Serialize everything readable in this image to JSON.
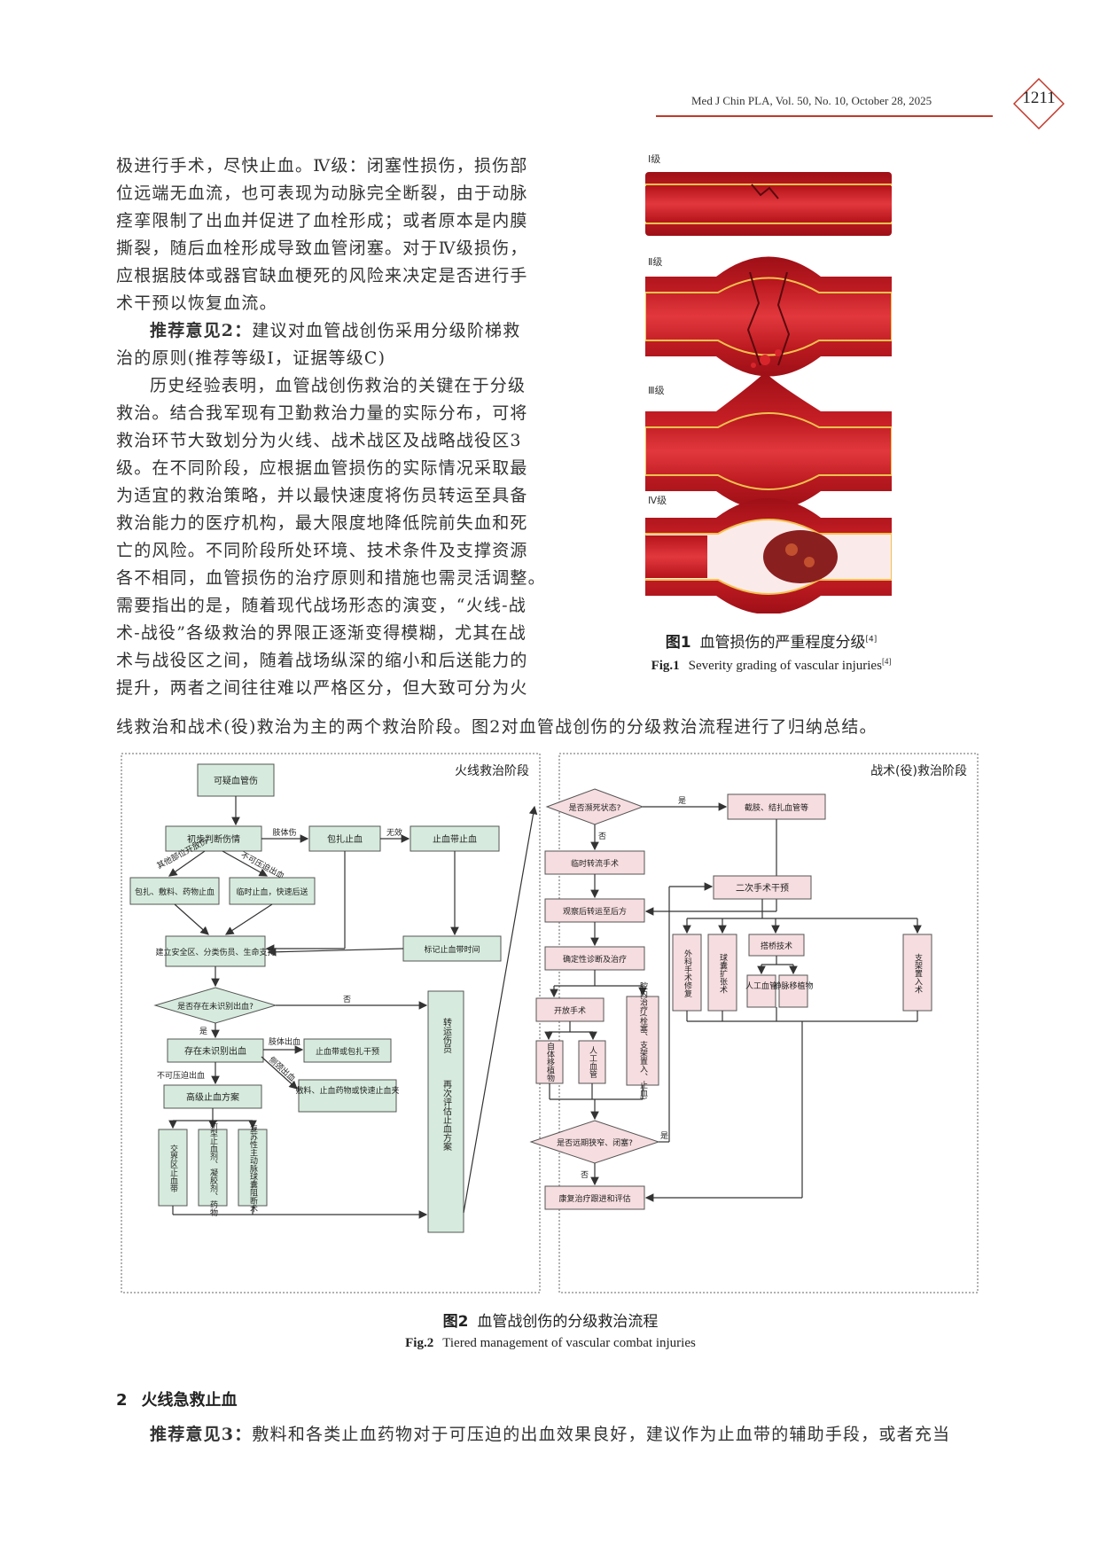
{
  "header": {
    "journal": "Med J Chin PLA, Vol. 50, No. 10, October 28, 2025",
    "page": "1211"
  },
  "body": {
    "lines_left": [
      "极进行手术，尽快止血。Ⅳ级：闭塞性损伤，损伤部",
      "位远端无血流，也可表现为动脉完全断裂，由于动脉",
      "痉挛限制了出血并促进了血栓形成；或者原本是内膜",
      "撕裂，随后血栓形成导致血管闭塞。对于Ⅳ级损伤，",
      "应根据肢体或器官缺血梗死的风险来决定是否进行手",
      "术干预以恢复血流。"
    ],
    "rec2_label": "推荐意见2：",
    "rec2_text": "建议对血管战创伤采用分级阶梯救",
    "rec2_line2": "治的原则(推荐等级Ⅰ，证据等级C)",
    "history_lines": [
      "历史经验表明，血管战创伤救治的关键在于分级",
      "救治。结合我军现有卫勤救治力量的实际分布，可将",
      "救治环节大致划分为火线、战术战区及战略战役区3",
      "级。在不同阶段，应根据血管损伤的实际情况采取最",
      "为适宜的救治策略，并以最快速度将伤员转运至具备",
      "救治能力的医疗机构，最大限度地降低院前失血和死",
      "亡的风险。不同阶段所处环境、技术条件及支撑资源",
      "各不相同，血管损伤的治疗原则和措施也需灵活调整。",
      "需要指出的是，随着现代战场形态的演变，“火线-战",
      "术-战役”各级救治的界限正逐渐变得模糊，尤其在战",
      "术与战役区之间，随着战场纵深的缩小和后送能力的",
      "提升，两者之间往往难以严格区分，但大致可分为火"
    ],
    "full_line": "线救治和战术(役)救治为主的两个救治阶段。图2对血管战创伤的分级救治流程进行了归纳总结。"
  },
  "fig1": {
    "grades": [
      "Ⅰ级",
      "Ⅱ级",
      "Ⅲ级",
      "Ⅳ级"
    ],
    "caption_zh_label": "图1",
    "caption_zh": "血管损伤的严重程度分级",
    "caption_en_label": "Fig.1",
    "caption_en": "Severity grading of vascular injuries",
    "ref": "[4]"
  },
  "fig2": {
    "left_stage": "火线救治阶段",
    "right_stage": "战术(役)救治阶段",
    "left": {
      "suspect": "可疑血管伤",
      "initial": "初步判断伤情",
      "limb_injury": "肢体伤",
      "bandage": "包扎止血",
      "ineffective": "无效",
      "tourniquet": "止血带止血",
      "other_open": "其他部位开放伤",
      "noncompress": "不可压迫出血",
      "pack": "包扎、敷料、药物止血",
      "temp": "临时止血，快速后送",
      "safe_zone": "建立安全区、分类伤员、生命支持",
      "mark_time": "标记止血带时间",
      "unidentified_q": "是否存在未识别出血?",
      "no": "否",
      "yes": "是",
      "exist_unid": "存在未识别出血",
      "limb_bleed": "肢体出血",
      "tq_or_pack": "止血带或包扎干预",
      "lateral": "侧颈出血",
      "dressing": "敷料、止血药物或快速止血夹",
      "noncompress2": "不可压迫出血",
      "advanced": "高级止血方案",
      "junctional": "交界区止血带",
      "new_agents": "新型止血剂、凝胶剂、药物",
      "reboa": "复苏性主动脉球囊阻断术",
      "transport": "转运伤员",
      "reassess": "再次评估止血方案"
    },
    "right": {
      "dying_q": "是否濒死状态?",
      "yes": "是",
      "amputate": "截肢、结扎血管等",
      "no": "否",
      "temp_shunt": "临时转流手术",
      "observe": "观察后转运至后方",
      "definitive": "确定性诊断及治疗",
      "open_surgery": "开放手术",
      "endo": "腔内治疗(栓塞、支架置入、止血)",
      "autologous": "自体移植物",
      "artificial": "人工血管",
      "stenosis_q": "是否远期狭窄、闭塞?",
      "yes2": "是",
      "no2": "否",
      "rehab": "康复治疗跟进和评估",
      "secondary": "二次手术干预",
      "surgical_repair": "外科手术修复",
      "balloon": "球囊扩张术",
      "bypass": "搭桥技术",
      "stent": "支架置入术",
      "art_vessel": "人工血管",
      "vein_graft": "静脉移植物"
    },
    "caption_zh_label": "图2",
    "caption_zh": "血管战创伤的分级救治流程",
    "caption_en_label": "Fig.2",
    "caption_en": "Tiered management of vascular combat injuries"
  },
  "section": {
    "number": "2",
    "title": "火线急救止血"
  },
  "rec3": {
    "label": "推荐意见3：",
    "text": "敷料和各类止血药物对于可压迫的出血效果良好，建议作为止血带的辅助手段，或者充当"
  },
  "colors": {
    "accent": "#c0392b",
    "green_box": "#d6ebdd",
    "pink_box": "#f6dde0",
    "vessel": "#c0141c"
  }
}
